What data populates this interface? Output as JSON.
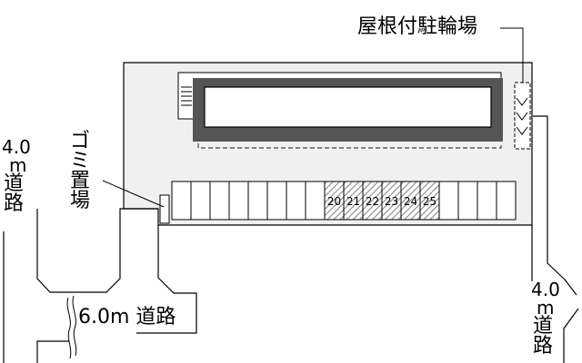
{
  "labels": {
    "bicycle_parking": "屋根付駐輪場",
    "garbage": "ゴミ置場",
    "road_left_width": "4.0",
    "road_left_unit": "m",
    "road_left_text": "道路",
    "road_bottom": "6.0m 道路",
    "road_right_width": "4.0",
    "road_right_unit": "m",
    "road_right_text": "道路"
  },
  "parking": {
    "highlighted_spaces": [
      "20",
      "21",
      "22",
      "23",
      "24",
      "25"
    ]
  },
  "colors": {
    "site_fill": "#f0f0f0",
    "building_outer": "#555555",
    "line": "#000000",
    "dashed": "#444444",
    "hatch": "#888888"
  }
}
